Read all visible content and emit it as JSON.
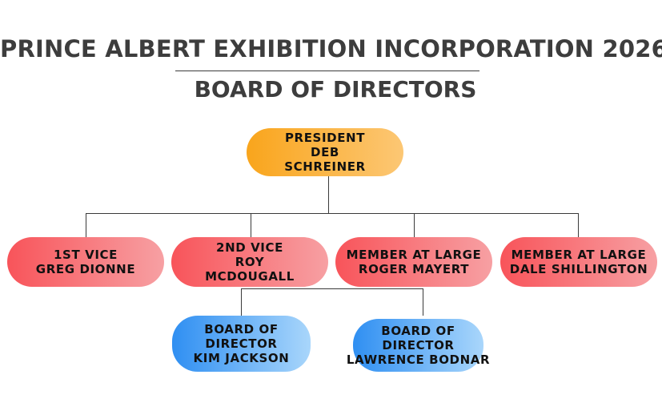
{
  "header": {
    "title": "PRINCE ALBERT EXHIBITION INCORPORATION 2026",
    "subtitle": "BOARD OF DIRECTORS"
  },
  "colors": {
    "president": "#f9a51c",
    "vice_and_members": "#f8545a",
    "board_of_directors": "#2f8ff2",
    "connector": "#3a3a3a"
  },
  "president": {
    "line1": "PRESIDENT",
    "line2": "DEB",
    "line3": "SCHREINER"
  },
  "tier2": [
    {
      "line1": "1ST VICE",
      "line2": "GREG DIONNE"
    },
    {
      "line1": "2ND VICE",
      "line2": "ROY",
      "line3": "MCDOUGALL"
    },
    {
      "line1": "MEMBER AT LARGE",
      "line2": "ROGER MAYERT"
    },
    {
      "line1": "MEMBER AT LARGE",
      "line2": "DALE SHILLINGTON"
    }
  ],
  "tier3": [
    {
      "line1": "BOARD OF",
      "line2": "DIRECTOR",
      "line3": "KIM JACKSON"
    },
    {
      "line1": "BOARD OF",
      "line2": "DIRECTOR",
      "line3": "LAWRENCE BODNAR"
    }
  ]
}
